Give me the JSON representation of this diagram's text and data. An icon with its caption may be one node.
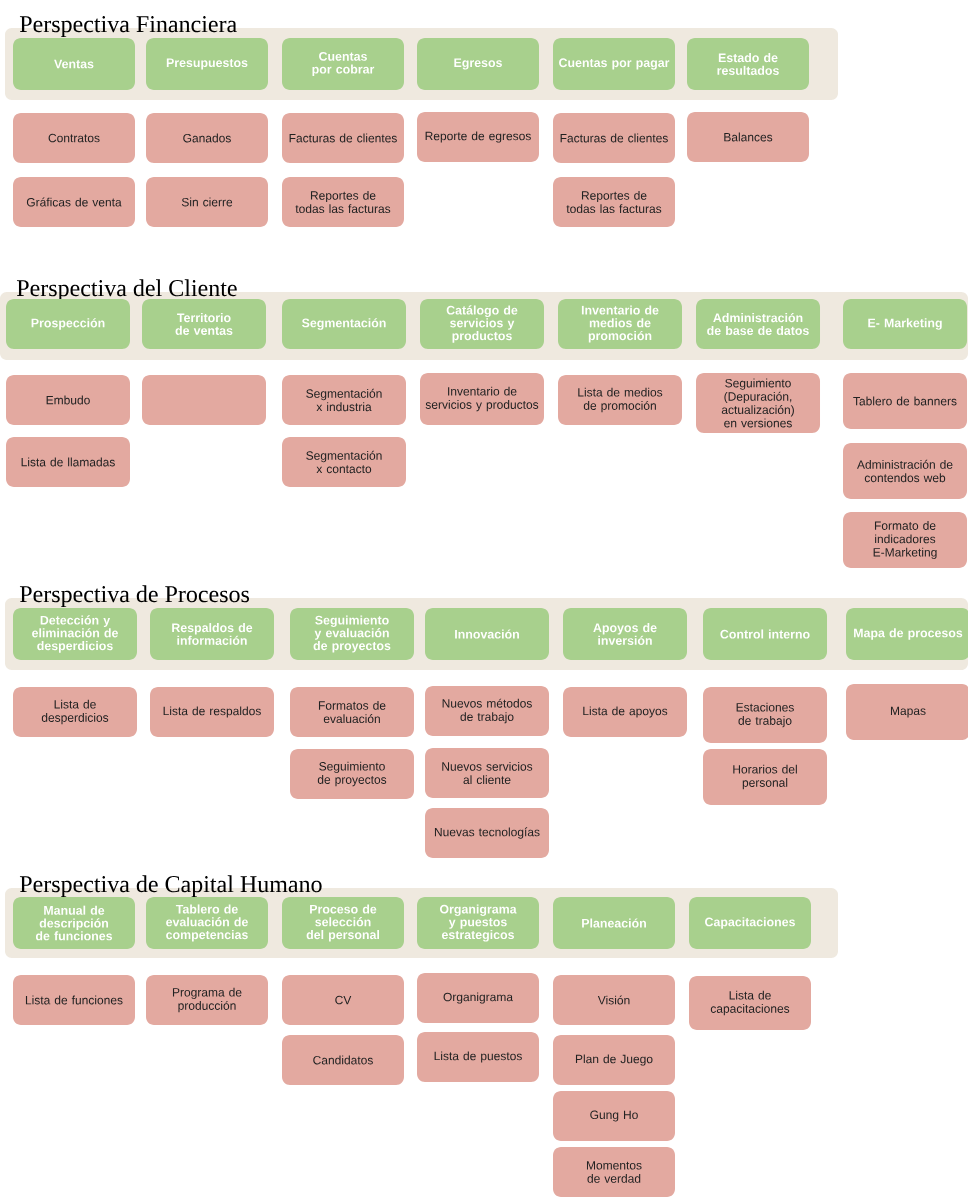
{
  "diagram": {
    "nodes": [
      {
        "text": [
          "Perspectiva Financiera"
        ]
      },
      {
        "text": [
          "Ventas"
        ],
        "in": 0
      },
      {
        "text": [
          "Presupuestos"
        ],
        "in": 0
      },
      {
        "text": [
          "Cuentas por cobrar"
        ],
        "in": 0
      },
      {
        "text": [
          "Egresos"
        ],
        "in": 0
      },
      {
        "text": [
          "Cuentas por pagar"
        ],
        "in": 0
      },
      {
        "text": [
          "Estado de resultados"
        ],
        "in": 0
      },
      {
        "text": [
          "Contratos"
        ]
      },
      {
        "text": [
          "Gráficas de venta"
        ]
      },
      {
        "text": [
          "Ganados"
        ]
      },
      {
        "text": [
          "Sin cierre"
        ]
      },
      {
        "text": [
          "Facturas de clientes"
        ]
      },
      {
        "text": [
          "Reportes de todas las facturas"
        ]
      },
      {
        "text": [
          "Reporte de egresos"
        ]
      },
      {
        "text": [
          "Facturas de clientes"
        ]
      },
      {
        "text": [
          "Reportes de todas las facturas"
        ]
      },
      {
        "text": [
          "Balances"
        ]
      },
      {
        "text": [
          "Perspectiva del Cliente"
        ]
      },
      {
        "text": [
          "Prospección"
        ],
        "in": 17
      },
      {
        "text": [
          "Territorio de ventas"
        ],
        "in": 17
      },
      {
        "text": [
          "Segmentación"
        ],
        "in": 17
      },
      {
        "text": [
          "Catálogo de servicios y productos"
        ],
        "in": 17
      },
      {
        "text": [
          "Inventario de medios de promoción"
        ],
        "in": 17
      },
      {
        "text": [
          "Administración de base de datos"
        ],
        "in": 17
      },
      {
        "text": [
          "E- Marketing"
        ],
        "in": 17
      },
      {
        "text": [
          "Embudo"
        ]
      },
      {
        "text": [
          "Lista de llamadas"
        ]
      },
      {
        "text": [],
        "shape": "box"
      },
      {
        "text": [
          "Segmentación x industria"
        ]
      },
      {
        "text": [
          "Segmentación x contacto"
        ]
      },
      {
        "text": [
          "Inventario de servicios y productos"
        ]
      },
      {
        "text": [
          "Lista de medios de promoción"
        ]
      },
      {
        "text": [
          "Seguimiento (Depuración, actualización) en versiones"
        ]
      },
      {
        "text": [
          "Tablero de banners"
        ]
      },
      {
        "text": [
          "Administración de contendos web"
        ]
      },
      {
        "text": [
          "Formato de indicadores E-Marketing"
        ]
      },
      {
        "text": [
          "Perspectiva de Procesos"
        ]
      },
      {
        "text": [
          "Detección y eliminación de desperdicios"
        ],
        "in": 36
      },
      {
        "text": [
          "Respaldos de información"
        ],
        "in": 36
      },
      {
        "text": [
          "Seguimiento y evaluación de proyectos"
        ],
        "in": 36
      },
      {
        "text": [
          "Innovación"
        ],
        "in": 36
      },
      {
        "text": [
          "Apoyos de inversión"
        ],
        "in": 36
      },
      {
        "text": [
          "Control interno"
        ],
        "in": 36
      },
      {
        "text": [
          "Mapa de procesos"
        ],
        "in": 36
      },
      {
        "text": [
          "Lista de desperdicios"
        ]
      },
      {
        "text": [
          "Lista de respaldos"
        ]
      },
      {
        "text": [
          "Formatos de evaluación"
        ]
      },
      {
        "text": [
          "Seguimiento de proyectos"
        ]
      },
      {
        "text": [
          "Nuevos métodos de trabajo"
        ]
      },
      {
        "text": [
          "Nuevos servicios al cliente"
        ]
      },
      {
        "text": [
          "Nuevas tecnologías"
        ]
      },
      {
        "text": [
          "Lista de apoyos"
        ]
      },
      {
        "text": [
          "Estaciones de trabajo"
        ]
      },
      {
        "text": [
          "Horarios del personal"
        ]
      },
      {
        "text": [
          "Mapas"
        ]
      },
      {
        "text": [
          "Perspectiva de Capital Humano"
        ]
      },
      {
        "text": [
          "Manual de descripción de funciones"
        ],
        "in": 55
      },
      {
        "text": [
          "Tablero de evaluación de competencias"
        ],
        "in": 55
      },
      {
        "text": [
          "Proceso de selección del personal"
        ],
        "in": 55
      },
      {
        "text": [
          "Organigrama y puestos estrategicos"
        ],
        "in": 55
      },
      {
        "text": [
          "Planeación"
        ],
        "in": 55
      },
      {
        "text": [
          "Capacitaciones"
        ],
        "in": 55
      },
      {
        "text": [
          "Lista de funciones"
        ]
      },
      {
        "text": [
          "Programa de producción"
        ]
      },
      {
        "text": [
          "CV"
        ]
      },
      {
        "text": [
          "Candidatos"
        ]
      },
      {
        "text": [
          "Organigrama"
        ]
      },
      {
        "text": [
          "Lista de puestos"
        ]
      },
      {
        "text": [
          "Visión"
        ]
      },
      {
        "text": [
          "Plan de Juego"
        ]
      },
      {
        "text": [
          "Gung Ho"
        ]
      },
      {
        "text": [
          "Momentos de verdad"
        ]
      },
      {
        "text": [
          "Lista de capacitaciones"
        ]
      }
    ]
  }
}
